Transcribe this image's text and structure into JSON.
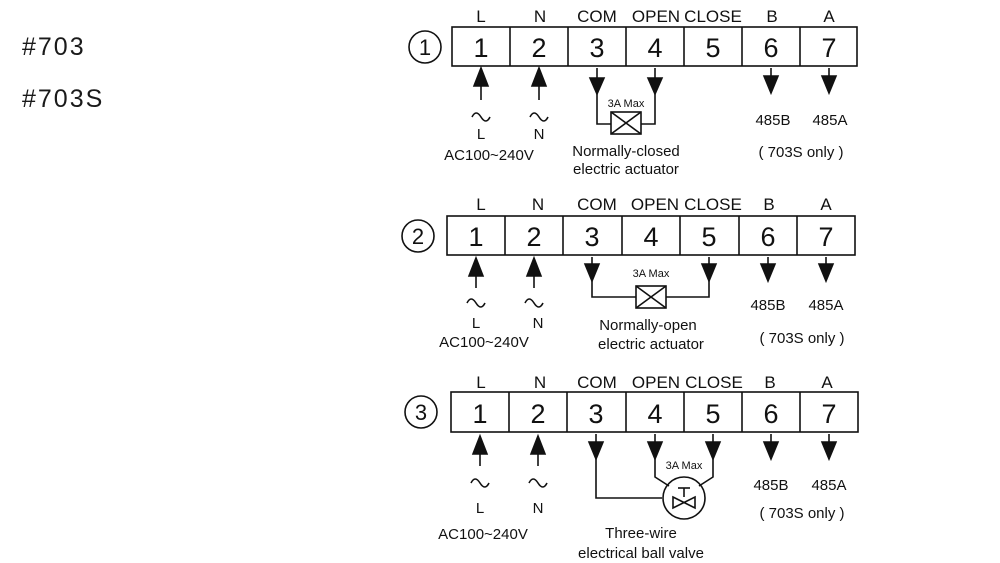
{
  "models": [
    "#703",
    "#703S"
  ],
  "terminal_headers": [
    "L",
    "N",
    "COM",
    "OPEN",
    "CLOSE",
    "B",
    "A"
  ],
  "terminal_numbers": [
    "1",
    "2",
    "3",
    "4",
    "5",
    "6",
    "7"
  ],
  "power": {
    "l": "L",
    "n": "N",
    "voltage": "AC100~240V"
  },
  "load_rating": "3A Max",
  "rs485": {
    "b": "485B",
    "a": "485A",
    "note": "( 703S only )"
  },
  "diagrams": [
    {
      "index": "1",
      "load_line1": "Normally-closed",
      "load_line2": "electric actuator"
    },
    {
      "index": "2",
      "load_line1": "Normally-open",
      "load_line2": "electric actuator"
    },
    {
      "index": "3",
      "load_line1": "Three-wire",
      "load_line2": "electrical ball valve"
    }
  ]
}
